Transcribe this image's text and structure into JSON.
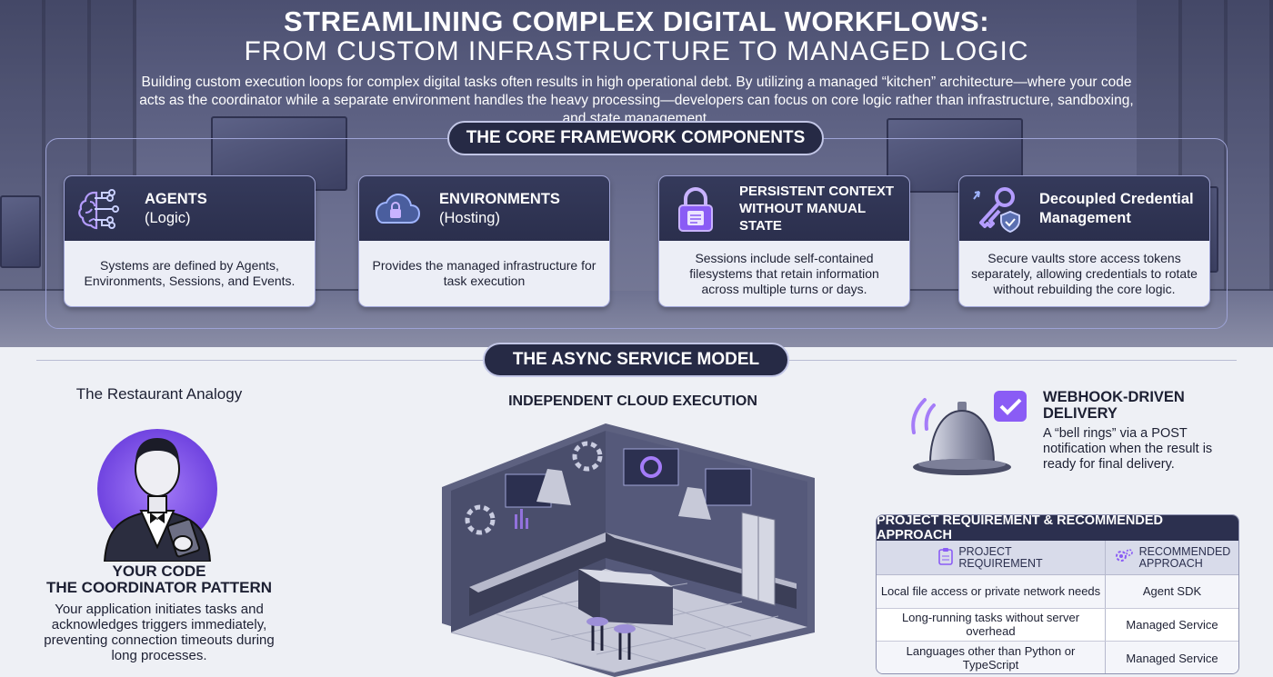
{
  "header": {
    "title_line1": "STREAMLINING COMPLEX DIGITAL WORKFLOWS:",
    "title_line2": "FROM CUSTOM INFRASTRUCTURE TO MANAGED LOGIC",
    "intro": "Building custom execution loops for complex digital tasks often results in high operational debt. By utilizing a managed “kitchen” architecture—where your code acts as the coordinator while a separate environment handles the heavy processing—developers can focus on core logic rather than infrastructure, sandboxing, and state management."
  },
  "core": {
    "section_title": "THE CORE FRAMEWORK COMPONENTS",
    "cards": [
      {
        "title": "AGENTS",
        "subtitle": "(Logic)",
        "body": "Systems are defined by Agents, Environments, Sessions, and Events.",
        "icon": "brain-circuit-icon"
      },
      {
        "title": "ENVIRONMENTS",
        "subtitle": "(Hosting)",
        "body": "Provides the managed infrastructure for task execution",
        "icon": "cloud-lock-icon"
      },
      {
        "title": "PERSISTENT CONTEXT",
        "subtitle": "WITHOUT MANUAL STATE",
        "body": "Sessions include self-contained filesystems that retain information across multiple turns or days.",
        "icon": "padlock-icon"
      },
      {
        "title": "Decoupled Credential",
        "subtitle": "Management",
        "body": "Secure vaults store access tokens separately, allowing credentials to rotate without rebuilding the core logic.",
        "icon": "key-shield-icon"
      }
    ]
  },
  "async": {
    "section_title": "THE ASYNC SERVICE MODEL",
    "analogy_title": "The Restaurant Analogy",
    "code_title_1": "YOUR CODE",
    "code_title_2": "THE COORDINATOR PATTERN",
    "code_desc": "Your application initiates tasks and acknowledges triggers immediately, preventing connection timeouts during long processes.",
    "cloud_title": "INDEPENDENT CLOUD EXECUTION",
    "webhook_title_1": "WEBHOOK-DRIVEN",
    "webhook_title_2": "DELIVERY",
    "webhook_desc": "A “bell rings” via a POST notification when the result is ready for final delivery."
  },
  "table": {
    "title": "PROJECT REQUIREMENT & RECOMMENDED APPROACH",
    "col1": "PROJECT\nREQUIREMENT",
    "col2": "RECOMMENDED\nAPPROACH",
    "rows": [
      {
        "req": "Local file access or private network needs",
        "approach": "Agent SDK"
      },
      {
        "req": "Long-running tasks without server overhead",
        "approach": "Managed Service"
      },
      {
        "req": "Languages other than Python or TypeScript",
        "approach": "Managed Service"
      }
    ]
  },
  "colors": {
    "dark": "#2c304f",
    "accent": "#8a5cf5",
    "card_bg": "#eceef6"
  }
}
